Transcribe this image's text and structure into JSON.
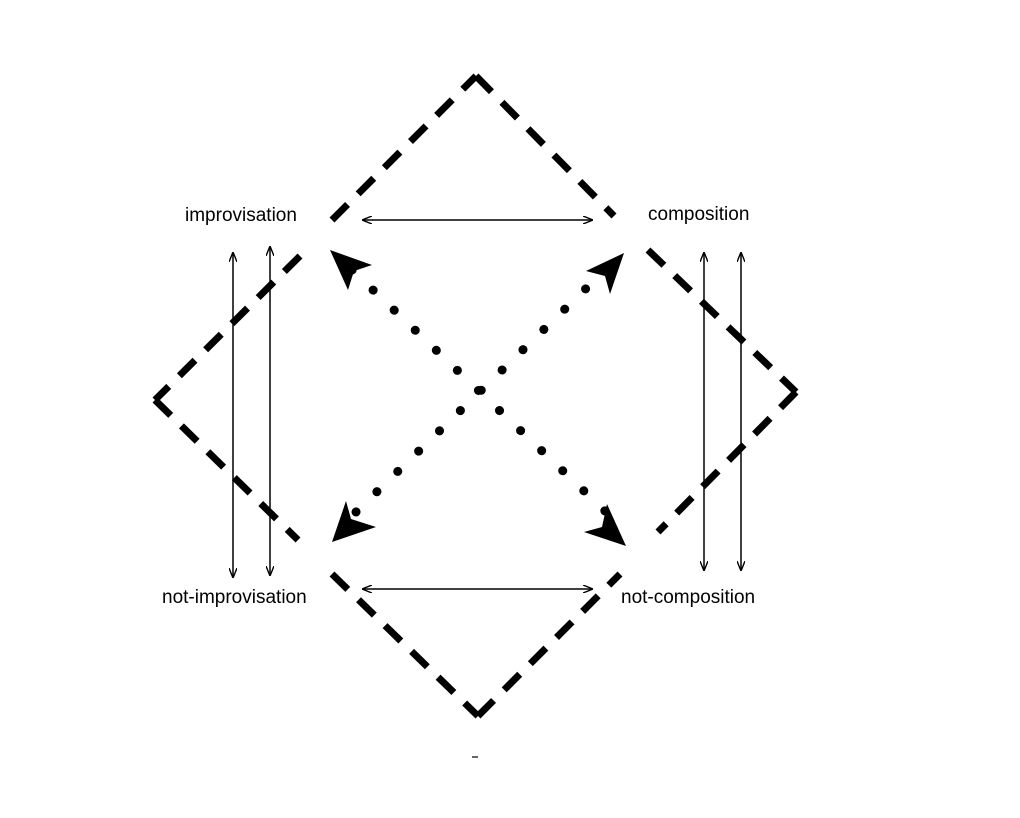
{
  "terms": {
    "improvisation": "improvisation",
    "composition": "composition",
    "not_improvisation": "not-improvisation",
    "not_composition": "not-composition"
  },
  "colors": {
    "ink": "#000000",
    "background": "#ffffff"
  }
}
